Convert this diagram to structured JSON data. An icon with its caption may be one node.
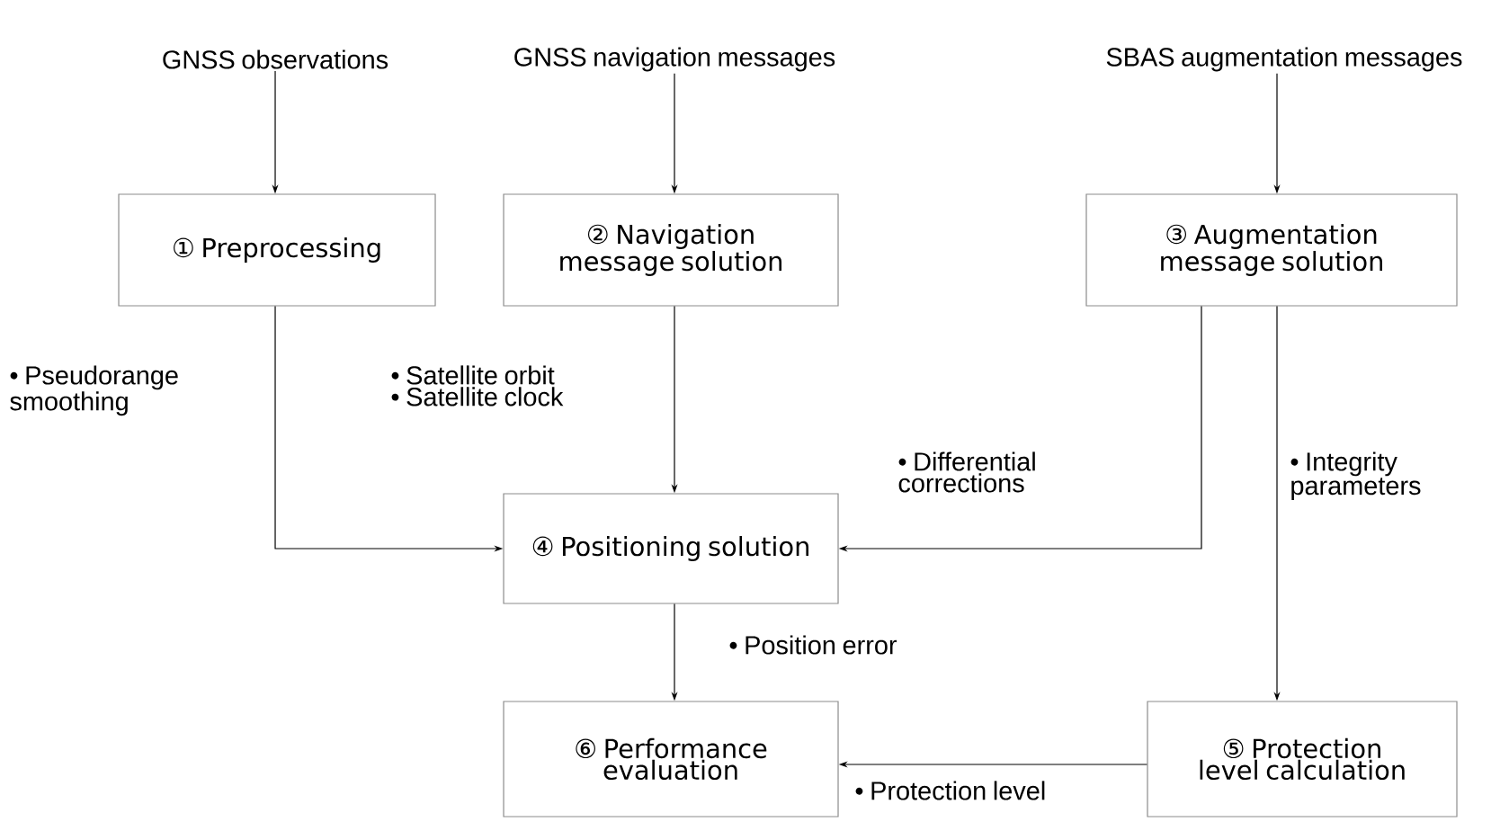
{
  "diagram": {
    "nodes": [
      {
        "text": [
          "GNSS observations"
        ]
      },
      {
        "text": [
          "GNSS navigation messages"
        ]
      },
      {
        "text": [
          "SBAS augmentation messages"
        ]
      },
      {
        "text": [
          "① Preprocessing"
        ]
      },
      {
        "text": [
          "② Navigation message solution"
        ]
      },
      {
        "text": [
          "③ Augmentation message solution"
        ]
      },
      {
        "text": [
          "④ Positioning solution"
        ]
      },
      {
        "text": [
          "⑤ Protection level calculation"
        ]
      },
      {
        "text": [
          "⑥ Performance evaluation"
        ]
      }
    ],
    "edges": [
      {
        "from": 0,
        "to": 3,
        "arrow": "to"
      },
      {
        "from": 1,
        "to": 4,
        "arrow": "to"
      },
      {
        "from": 2,
        "to": 5,
        "arrow": "to"
      },
      {
        "from": 3,
        "to": 6,
        "arrow": "to",
        "label": [
          "• Pseudorange smoothing"
        ]
      },
      {
        "from": 4,
        "to": 6,
        "arrow": "to",
        "label": [
          "• Satellite orbit",
          "• Satellite clock"
        ]
      },
      {
        "from": 5,
        "to": 6,
        "arrow": "to",
        "label": [
          "• Differential corrections"
        ]
      },
      {
        "from": 5,
        "to": 7,
        "arrow": "to",
        "label": [
          "• Integrity parameters"
        ]
      },
      {
        "from": 6,
        "to": 8,
        "arrow": "to",
        "label": [
          "• Position error"
        ]
      },
      {
        "from": 7,
        "to": 8,
        "arrow": "to",
        "label": [
          "• Protection level"
        ]
      }
    ]
  }
}
